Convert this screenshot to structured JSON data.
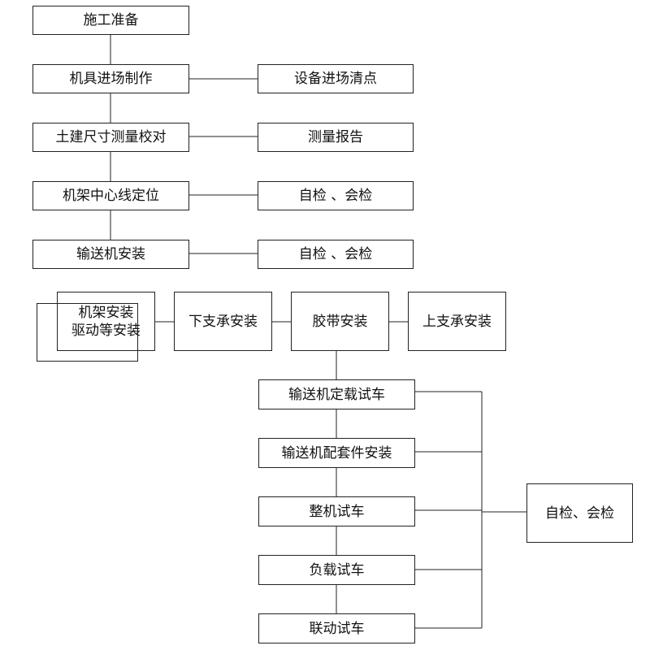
{
  "main_steps": [
    {
      "label": "施工准备"
    },
    {
      "label": "机具进场制作"
    },
    {
      "label": "土建尺寸测量校对"
    },
    {
      "label": "机架中心线定位"
    },
    {
      "label": "输送机安装"
    }
  ],
  "side_notes": [
    {
      "label": "设备进场清点"
    },
    {
      "label": "测量报告"
    },
    {
      "label": "自检 、会检"
    },
    {
      "label": "自检 、会检"
    }
  ],
  "install_row": {
    "frame_drive": {
      "line1": "机架安装",
      "line2": "驱动等安装"
    },
    "lower_idler": "下支承安装",
    "belt": "胶带安装",
    "upper_idler": "上支承安装"
  },
  "test_steps": [
    {
      "label": "输送机定载试车"
    },
    {
      "label": "输送机配套件安装"
    },
    {
      "label": "整机试车"
    },
    {
      "label": "负载试车"
    },
    {
      "label": "联动试车"
    }
  ],
  "final_check": "自检、会检",
  "colors": {
    "line": "#222222",
    "background": "#ffffff",
    "text": "#111111"
  }
}
